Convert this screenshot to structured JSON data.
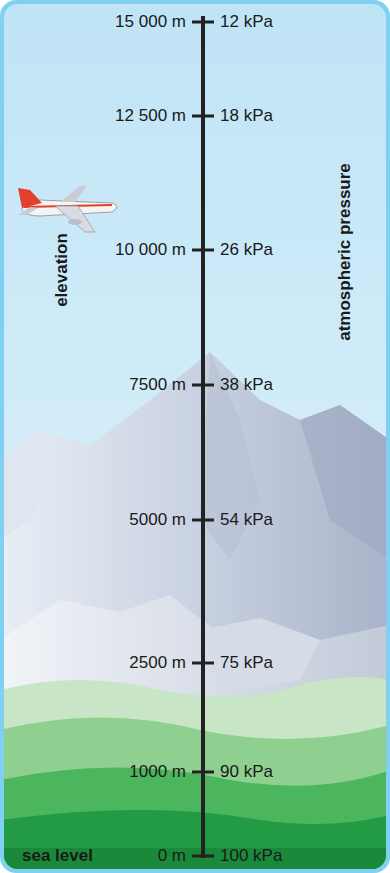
{
  "diagram": {
    "labels": [
      "15 000 m",
      "12 kPa",
      "12 500 m",
      "18 kPa",
      "elevation",
      "atmospheric pressure",
      "10 000 m",
      "26 kPa",
      "7500 m",
      "38 kPa",
      "5000 m",
      "54 kPa",
      "2500 m",
      "75 kPa",
      "1000 m",
      "90 kPa",
      "sea level",
      "0 m",
      "100 kPa"
    ]
  }
}
